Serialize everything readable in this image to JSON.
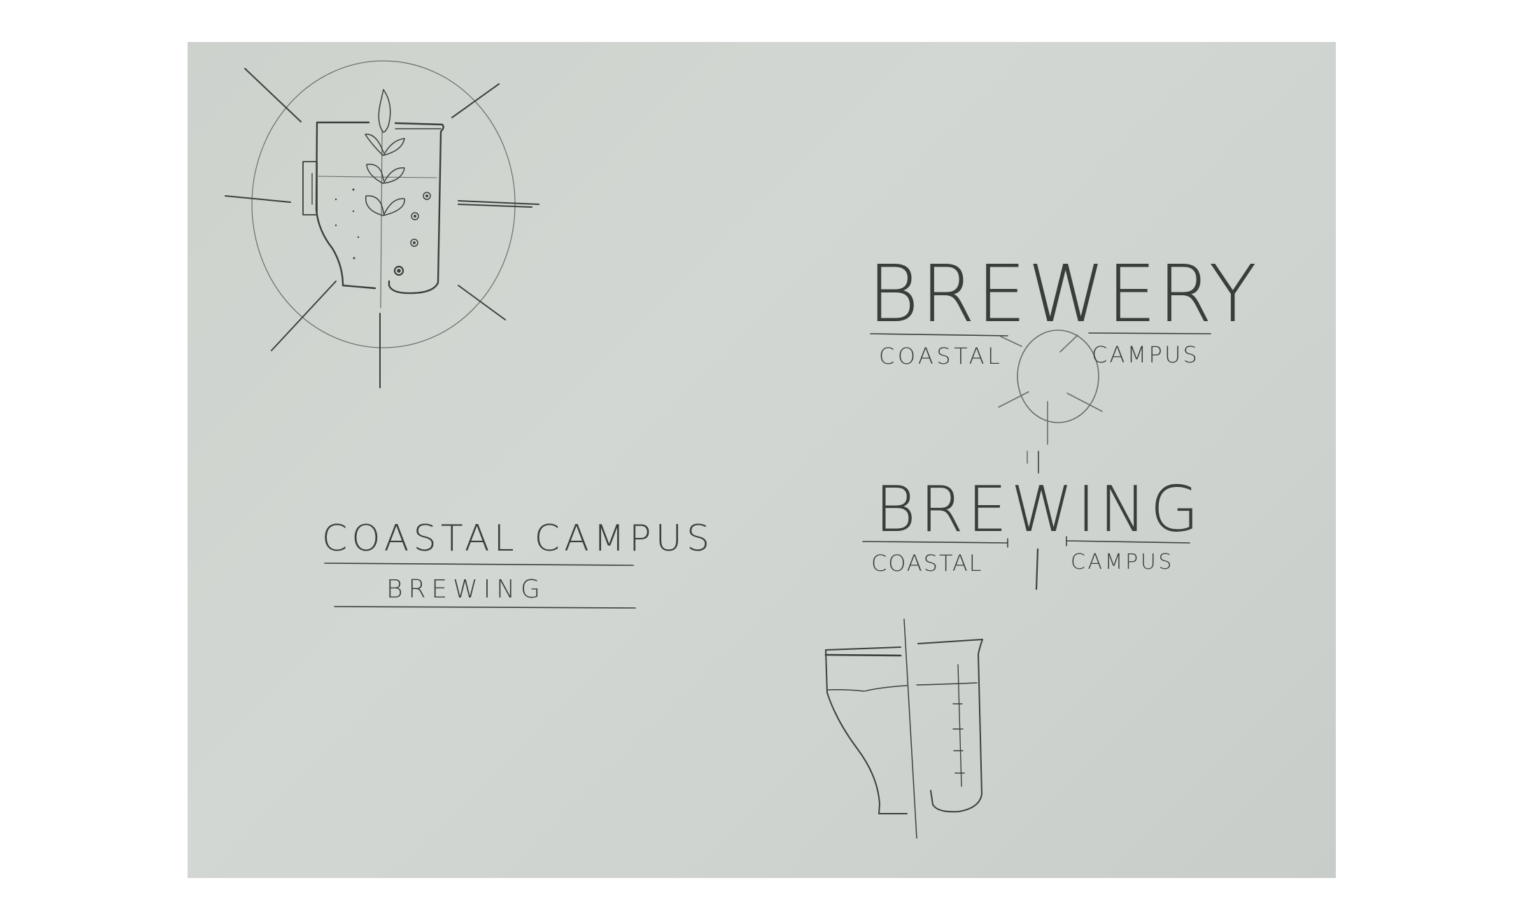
{
  "image": {
    "description": "Photo of pencil sketches for a brewery logo on light gray paper",
    "paper_color": "#d0d4d0",
    "pencil_color": "#3c403c"
  },
  "logo_1": {
    "title_line": "COASTAL CAMPUS",
    "subtitle_line": "BREWING",
    "elements": [
      "circle-emblem",
      "sun-rays",
      "beer-mug-half",
      "lab-beaker-half",
      "wheat-stalk",
      "bubbles"
    ]
  },
  "logo_2": {
    "wordmark": "BREWERY",
    "left_tag": "COASTAL",
    "right_tag": "CAMPUS",
    "elements": [
      "small-circle-emblem",
      "rays"
    ]
  },
  "logo_3": {
    "wordmark": "BREWING",
    "left_tag": "COASTAL",
    "right_tag": "CAMPUS"
  },
  "logo_4": {
    "elements": [
      "beer-glass-half",
      "graduated-cylinder-half",
      "divider-line"
    ]
  }
}
